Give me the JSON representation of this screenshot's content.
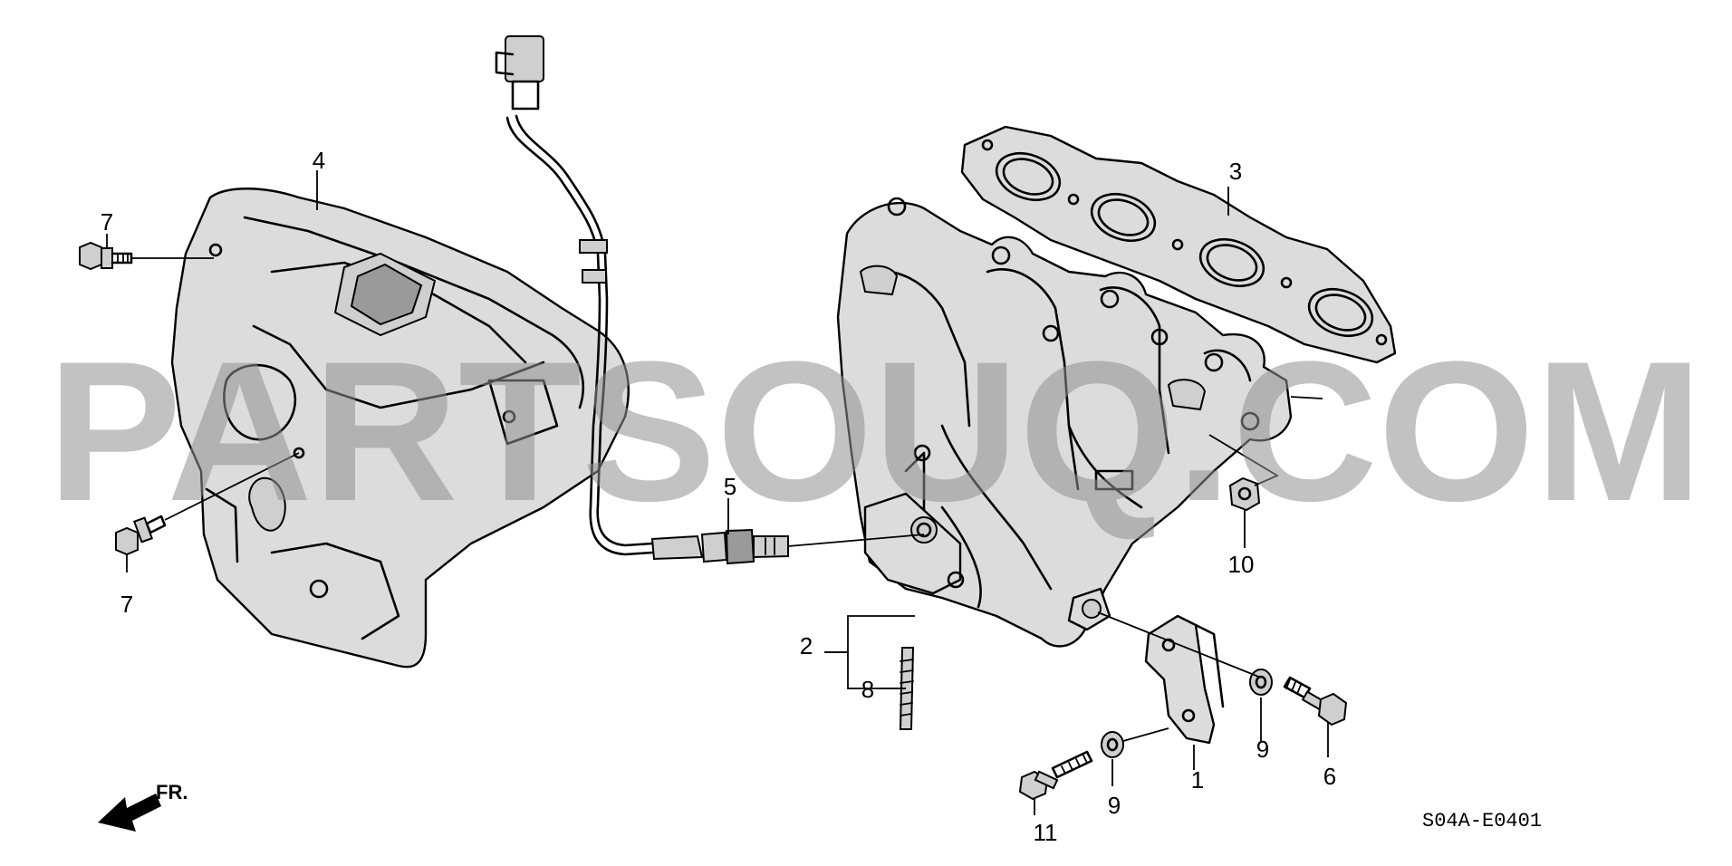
{
  "watermark": "PARTSOUQ.COM",
  "diagram_code": "S04A-E0401",
  "direction_label": "FR.",
  "callouts": {
    "c1": "1",
    "c2": "2",
    "c3": "3",
    "c4": "4",
    "c5": "5",
    "c6": "6",
    "c7a": "7",
    "c7b": "7",
    "c8": "8",
    "c9a": "9",
    "c9b": "9",
    "c10": "10",
    "c11": "11"
  },
  "colors": {
    "line": "#000000",
    "part_fill": "#dcdcdc",
    "watermark": "#8f8f8f"
  }
}
